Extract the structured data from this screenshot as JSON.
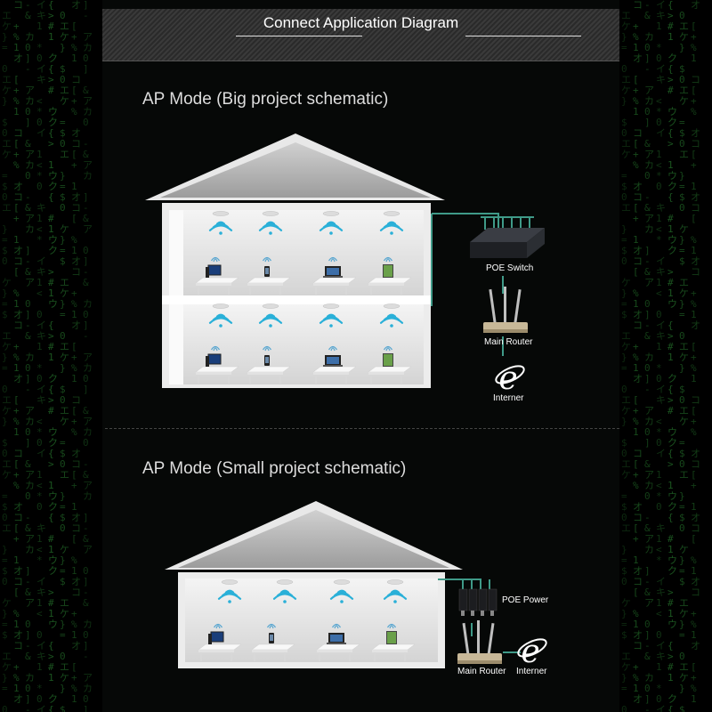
{
  "banner": {
    "title": "Connect Application Diagram"
  },
  "big": {
    "title": "AP Mode (Big project schematic)",
    "poe_switch_label": "POE Switch",
    "router_label": "Main Router",
    "internet_label": "Interner"
  },
  "small": {
    "title": "AP Mode (Small project schematic)",
    "poe_power_label": "POE Power",
    "router_label": "Main Router",
    "internet_label": "Interner"
  },
  "colors": {
    "background": "#000000",
    "wifi": "#2ab0d8",
    "cable": "#3f9a88",
    "matrix": "#1d5a22"
  }
}
